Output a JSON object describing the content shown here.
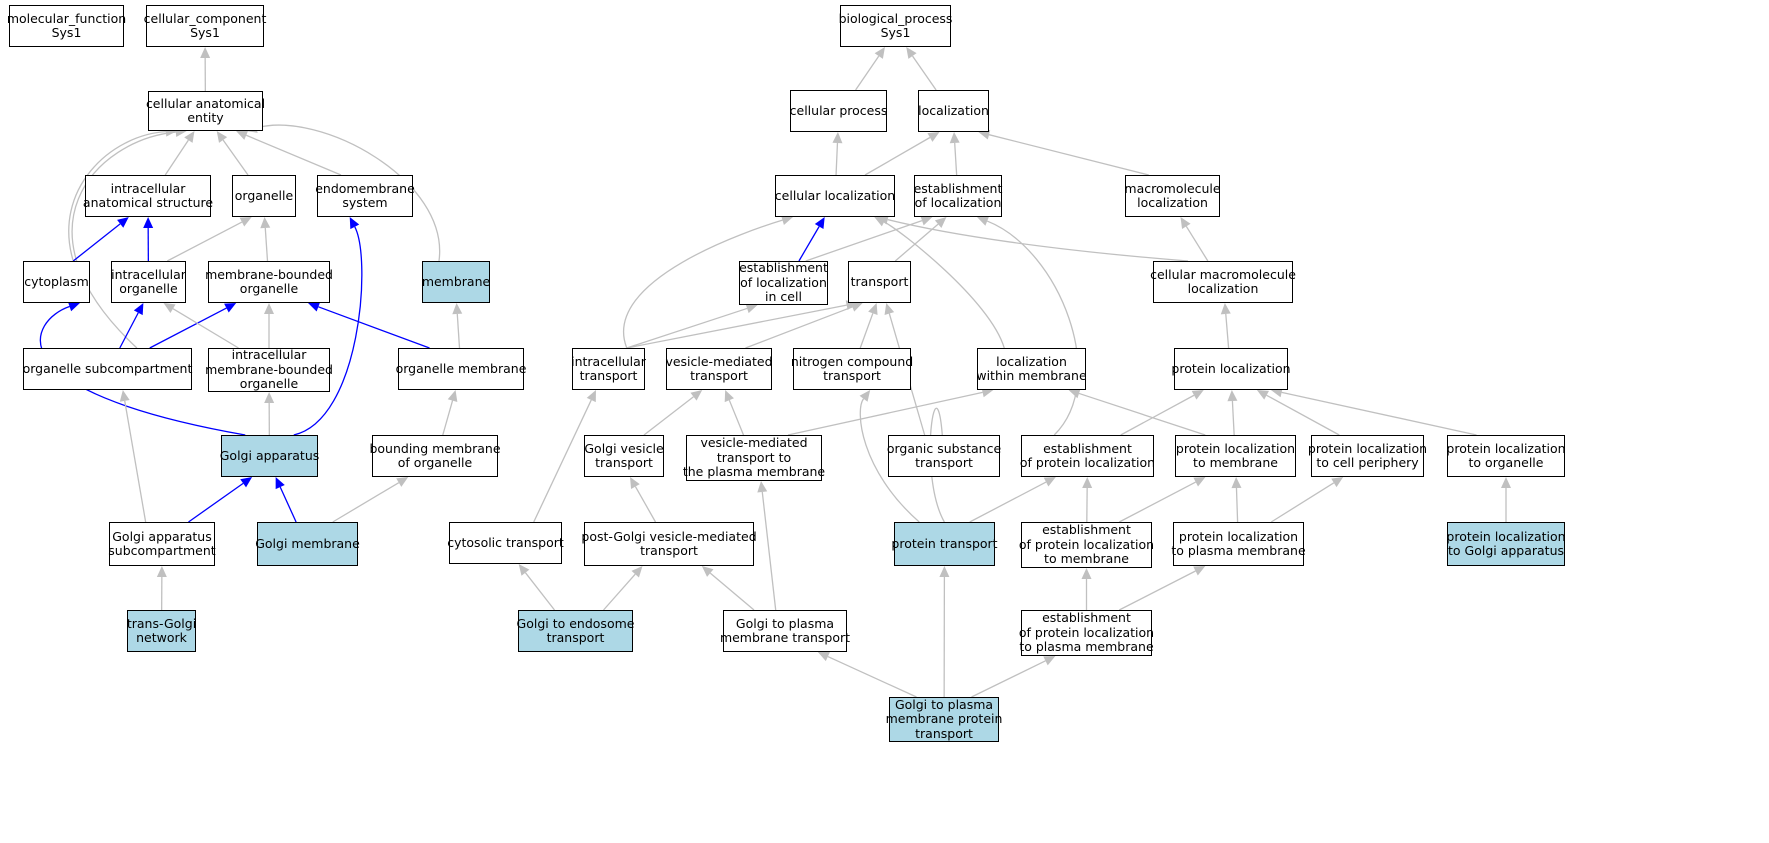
{
  "colors": {
    "highlight": "#add8e6",
    "is_a": "#c0c0c0",
    "part_of": "#0000ff",
    "node_border": "#000000"
  },
  "nodes": [
    {
      "id": "mf",
      "label": "molecular_function\nSys1",
      "highlighted": false
    },
    {
      "id": "cc",
      "label": "cellular_component\nSys1",
      "highlighted": false
    },
    {
      "id": "bp",
      "label": "biological_process\nSys1",
      "highlighted": false
    },
    {
      "id": "cae",
      "label": "cellular anatomical\nentity",
      "highlighted": false
    },
    {
      "id": "cp",
      "label": "cellular process",
      "highlighted": false
    },
    {
      "id": "loc",
      "label": "localization",
      "highlighted": false
    },
    {
      "id": "ias",
      "label": "intracellular\nanatomical structure",
      "highlighted": false
    },
    {
      "id": "org",
      "label": "organelle",
      "highlighted": false
    },
    {
      "id": "ems",
      "label": "endomembrane\nsystem",
      "highlighted": false
    },
    {
      "id": "cl",
      "label": "cellular localization",
      "highlighted": false
    },
    {
      "id": "eol",
      "label": "establishment\nof localization",
      "highlighted": false
    },
    {
      "id": "ml",
      "label": "macromolecule\nlocalization",
      "highlighted": false
    },
    {
      "id": "cyt",
      "label": "cytoplasm",
      "highlighted": false
    },
    {
      "id": "io",
      "label": "intracellular\norganelle",
      "highlighted": false
    },
    {
      "id": "mbo",
      "label": "membrane-bounded\norganelle",
      "highlighted": false
    },
    {
      "id": "mem",
      "label": "membrane",
      "highlighted": true
    },
    {
      "id": "elc",
      "label": "establishment\nof localization\nin cell",
      "highlighted": false
    },
    {
      "id": "tr",
      "label": "transport",
      "highlighted": false
    },
    {
      "id": "cml",
      "label": "cellular macromolecule\nlocalization",
      "highlighted": false
    },
    {
      "id": "osc",
      "label": "organelle subcompartment",
      "highlighted": false
    },
    {
      "id": "imbo",
      "label": "intracellular\nmembrane-bounded\norganelle",
      "highlighted": false
    },
    {
      "id": "om",
      "label": "organelle membrane",
      "highlighted": false
    },
    {
      "id": "it",
      "label": "intracellular\ntransport",
      "highlighted": false
    },
    {
      "id": "vmt",
      "label": "vesicle-mediated\ntransport",
      "highlighted": false
    },
    {
      "id": "nct",
      "label": "nitrogen compound\ntransport",
      "highlighted": false
    },
    {
      "id": "lwm",
      "label": "localization\nwithin membrane",
      "highlighted": false
    },
    {
      "id": "pl",
      "label": "protein localization",
      "highlighted": false
    },
    {
      "id": "ga",
      "label": "Golgi apparatus",
      "highlighted": true
    },
    {
      "id": "bmo",
      "label": "bounding membrane\nof organelle",
      "highlighted": false
    },
    {
      "id": "gvt",
      "label": "Golgi vesicle\ntransport",
      "highlighted": false
    },
    {
      "id": "vmtpm",
      "label": "vesicle-mediated\ntransport to\nthe plasma membrane",
      "highlighted": false
    },
    {
      "id": "ost",
      "label": "organic substance\ntransport",
      "highlighted": false
    },
    {
      "id": "epl",
      "label": "establishment\nof protein localization",
      "highlighted": false
    },
    {
      "id": "pltm",
      "label": "protein localization\nto membrane",
      "highlighted": false
    },
    {
      "id": "pltcp",
      "label": "protein localization\nto cell periphery",
      "highlighted": false
    },
    {
      "id": "plto",
      "label": "protein localization\nto organelle",
      "highlighted": false
    },
    {
      "id": "gas",
      "label": "Golgi apparatus\nsubcompartment",
      "highlighted": false
    },
    {
      "id": "gm",
      "label": "Golgi membrane",
      "highlighted": true
    },
    {
      "id": "ct",
      "label": "cytosolic transport",
      "highlighted": false
    },
    {
      "id": "pgvt",
      "label": "post-Golgi vesicle-mediated\ntransport",
      "highlighted": false
    },
    {
      "id": "pt",
      "label": "protein transport",
      "highlighted": true
    },
    {
      "id": "epltm",
      "label": "establishment\nof protein localization\nto membrane",
      "highlighted": false
    },
    {
      "id": "pltpm",
      "label": "protein localization\nto plasma membrane",
      "highlighted": false
    },
    {
      "id": "pltga",
      "label": "protein localization\nto Golgi apparatus",
      "highlighted": true
    },
    {
      "id": "tgn",
      "label": "trans-Golgi\nnetwork",
      "highlighted": true
    },
    {
      "id": "gtet",
      "label": "Golgi to endosome\ntransport",
      "highlighted": true
    },
    {
      "id": "gtpmt",
      "label": "Golgi to plasma\nmembrane transport",
      "highlighted": false
    },
    {
      "id": "epltpm",
      "label": "establishment\nof protein localization\nto plasma membrane",
      "highlighted": false
    },
    {
      "id": "gtpmpt",
      "label": "Golgi to plasma\nmembrane protein\ntransport",
      "highlighted": true
    }
  ],
  "edges": [
    {
      "from": "cae",
      "to": "cc",
      "relation": "is_a"
    },
    {
      "from": "cp",
      "to": "bp",
      "relation": "is_a"
    },
    {
      "from": "loc",
      "to": "bp",
      "relation": "is_a"
    },
    {
      "from": "ias",
      "to": "cae",
      "relation": "is_a"
    },
    {
      "from": "org",
      "to": "cae",
      "relation": "is_a"
    },
    {
      "from": "ems",
      "to": "cae",
      "relation": "is_a"
    },
    {
      "from": "cyt",
      "to": "cae",
      "relation": "is_a"
    },
    {
      "from": "mem",
      "to": "cae",
      "relation": "is_a"
    },
    {
      "from": "osc",
      "to": "cae",
      "relation": "is_a"
    },
    {
      "from": "cyt",
      "to": "ias",
      "relation": "part_of"
    },
    {
      "from": "io",
      "to": "ias",
      "relation": "part_of"
    },
    {
      "from": "io",
      "to": "org",
      "relation": "is_a"
    },
    {
      "from": "mbo",
      "to": "org",
      "relation": "is_a"
    },
    {
      "from": "osc",
      "to": "io",
      "relation": "part_of"
    },
    {
      "from": "osc",
      "to": "mbo",
      "relation": "part_of"
    },
    {
      "from": "imbo",
      "to": "io",
      "relation": "is_a"
    },
    {
      "from": "imbo",
      "to": "mbo",
      "relation": "is_a"
    },
    {
      "from": "om",
      "to": "mem",
      "relation": "is_a"
    },
    {
      "from": "om",
      "to": "mbo",
      "relation": "part_of"
    },
    {
      "from": "ga",
      "to": "cyt",
      "relation": "part_of"
    },
    {
      "from": "ga",
      "to": "ems",
      "relation": "part_of"
    },
    {
      "from": "ga",
      "to": "imbo",
      "relation": "is_a"
    },
    {
      "from": "bmo",
      "to": "om",
      "relation": "is_a"
    },
    {
      "from": "gas",
      "to": "osc",
      "relation": "is_a"
    },
    {
      "from": "gas",
      "to": "ga",
      "relation": "part_of"
    },
    {
      "from": "gm",
      "to": "ga",
      "relation": "part_of"
    },
    {
      "from": "gm",
      "to": "bmo",
      "relation": "is_a"
    },
    {
      "from": "tgn",
      "to": "gas",
      "relation": "is_a"
    },
    {
      "from": "cl",
      "to": "cp",
      "relation": "is_a"
    },
    {
      "from": "cl",
      "to": "loc",
      "relation": "is_a"
    },
    {
      "from": "eol",
      "to": "loc",
      "relation": "is_a"
    },
    {
      "from": "ml",
      "to": "loc",
      "relation": "is_a"
    },
    {
      "from": "elc",
      "to": "cl",
      "relation": "part_of"
    },
    {
      "from": "elc",
      "to": "eol",
      "relation": "is_a"
    },
    {
      "from": "tr",
      "to": "eol",
      "relation": "is_a"
    },
    {
      "from": "cml",
      "to": "cl",
      "relation": "is_a"
    },
    {
      "from": "cml",
      "to": "ml",
      "relation": "is_a"
    },
    {
      "from": "it",
      "to": "cl",
      "relation": "is_a"
    },
    {
      "from": "it",
      "to": "elc",
      "relation": "is_a"
    },
    {
      "from": "it",
      "to": "tr",
      "relation": "is_a"
    },
    {
      "from": "vmt",
      "to": "tr",
      "relation": "is_a"
    },
    {
      "from": "nct",
      "to": "tr",
      "relation": "is_a"
    },
    {
      "from": "lwm",
      "to": "cl",
      "relation": "is_a"
    },
    {
      "from": "pl",
      "to": "cml",
      "relation": "is_a"
    },
    {
      "from": "gvt",
      "to": "vmt",
      "relation": "is_a"
    },
    {
      "from": "vmtpm",
      "to": "vmt",
      "relation": "is_a"
    },
    {
      "from": "vmtpm",
      "to": "lwm",
      "relation": "is_a"
    },
    {
      "from": "ost",
      "to": "tr",
      "relation": "is_a"
    },
    {
      "from": "epl",
      "to": "eol",
      "relation": "is_a"
    },
    {
      "from": "epl",
      "to": "pl",
      "relation": "is_a"
    },
    {
      "from": "pltm",
      "to": "pl",
      "relation": "is_a"
    },
    {
      "from": "pltm",
      "to": "lwm",
      "relation": "is_a"
    },
    {
      "from": "pltcp",
      "to": "pl",
      "relation": "is_a"
    },
    {
      "from": "plto",
      "to": "pl",
      "relation": "is_a"
    },
    {
      "from": "ct",
      "to": "it",
      "relation": "is_a"
    },
    {
      "from": "pgvt",
      "to": "gvt",
      "relation": "is_a"
    },
    {
      "from": "pt",
      "to": "nct",
      "relation": "is_a"
    },
    {
      "from": "pt",
      "to": "ost",
      "relation": "is_a"
    },
    {
      "from": "pt",
      "to": "epl",
      "relation": "is_a"
    },
    {
      "from": "epltm",
      "to": "epl",
      "relation": "is_a"
    },
    {
      "from": "epltm",
      "to": "pltm",
      "relation": "is_a"
    },
    {
      "from": "pltpm",
      "to": "pltm",
      "relation": "is_a"
    },
    {
      "from": "pltpm",
      "to": "pltcp",
      "relation": "is_a"
    },
    {
      "from": "pltga",
      "to": "plto",
      "relation": "is_a"
    },
    {
      "from": "gtet",
      "to": "ct",
      "relation": "is_a"
    },
    {
      "from": "gtet",
      "to": "pgvt",
      "relation": "is_a"
    },
    {
      "from": "gtpmt",
      "to": "pgvt",
      "relation": "is_a"
    },
    {
      "from": "gtpmt",
      "to": "vmtpm",
      "relation": "is_a"
    },
    {
      "from": "epltpm",
      "to": "epltm",
      "relation": "is_a"
    },
    {
      "from": "epltpm",
      "to": "pltpm",
      "relation": "is_a"
    },
    {
      "from": "gtpmpt",
      "to": "gtpmt",
      "relation": "is_a"
    },
    {
      "from": "gtpmpt",
      "to": "pt",
      "relation": "is_a"
    },
    {
      "from": "gtpmpt",
      "to": "epltpm",
      "relation": "is_a"
    }
  ]
}
